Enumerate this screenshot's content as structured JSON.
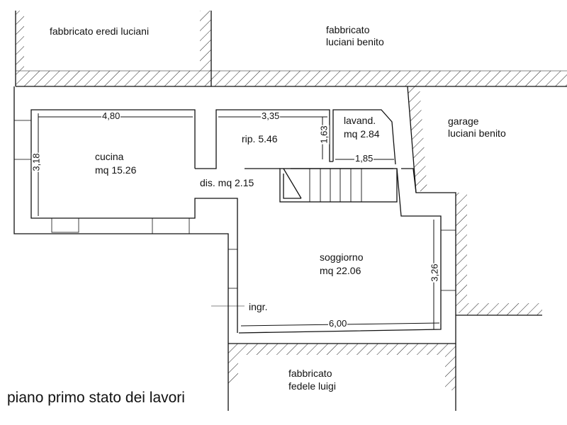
{
  "neighbors": {
    "top_left": "fabbricato eredi luciani",
    "top_right_line1": "fabbricato",
    "top_right_line2": "luciani benito",
    "garage_line1": "garage",
    "garage_line2": "luciani benito",
    "bottom_line1": "fabbricato",
    "bottom_line2": "fedele luigi"
  },
  "rooms": {
    "cucina": {
      "name": "cucina",
      "area": "mq 15.26",
      "width": "4,80",
      "depth": "3,18"
    },
    "ripostiglio": {
      "label": "rip. 5.46",
      "width": "3,35",
      "depth": "1,63"
    },
    "lavanderia": {
      "name": "lavand.",
      "area": "mq 2.84",
      "width": "1,85"
    },
    "disimpegno": {
      "label": "dis. mq 2.15"
    },
    "soggiorno": {
      "name": "soggiorno",
      "area": "mq 22.06",
      "width": "6,00",
      "depth": "3,26"
    },
    "ingresso": {
      "label": "ingr."
    }
  },
  "title": "piano primo stato dei lavori"
}
